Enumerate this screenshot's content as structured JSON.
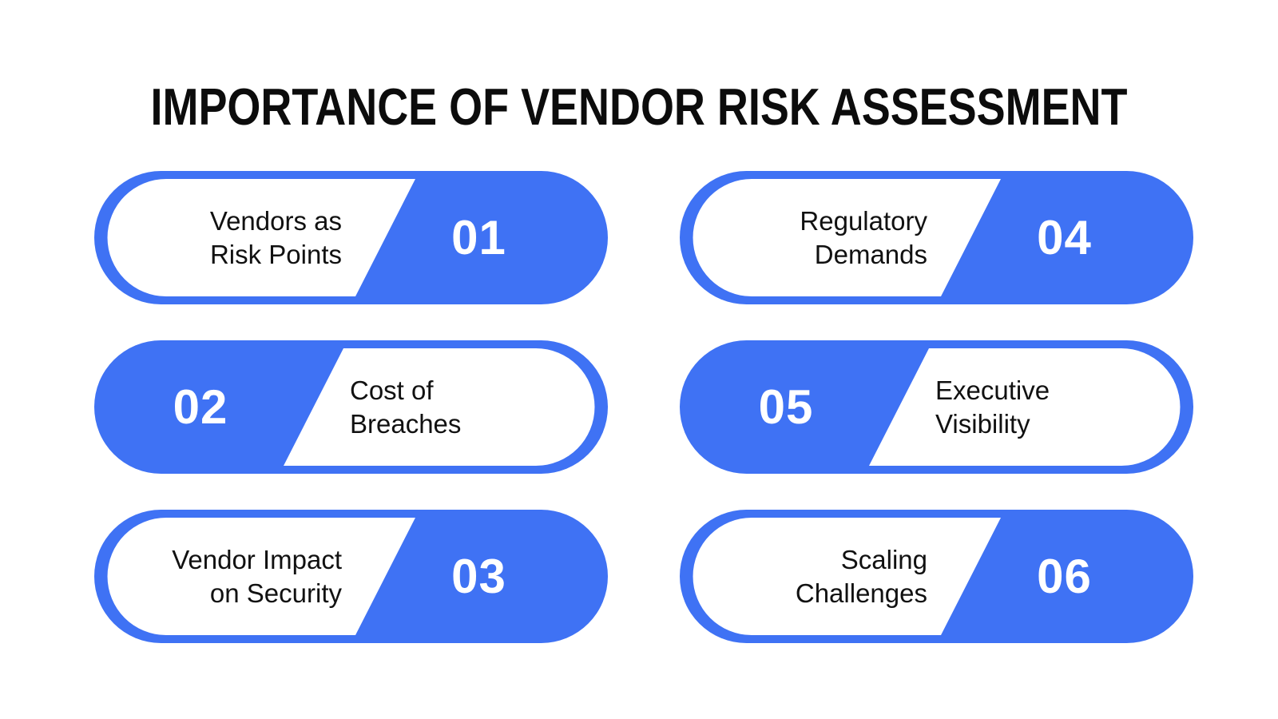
{
  "title": "IMPORTANCE OF VENDOR RISK ASSESSMENT",
  "colors": {
    "accent_blue": "#3F72F4",
    "pill_inner_white": "#FFFFFF",
    "title_text": "#0C0C0C",
    "label_text": "#111111",
    "number_text": "#FFFFFF",
    "background": "#FFFFFF"
  },
  "items": [
    {
      "number": "01",
      "label": "Vendors as\nRisk Points",
      "number_side": "right"
    },
    {
      "number": "02",
      "label": "Cost of\nBreaches",
      "number_side": "left"
    },
    {
      "number": "03",
      "label": "Vendor Impact\non Security",
      "number_side": "right"
    },
    {
      "number": "04",
      "label": "Regulatory\nDemands",
      "number_side": "right"
    },
    {
      "number": "05",
      "label": "Executive\nVisibility",
      "number_side": "left"
    },
    {
      "number": "06",
      "label": "Scaling\nChallenges",
      "number_side": "right"
    }
  ]
}
